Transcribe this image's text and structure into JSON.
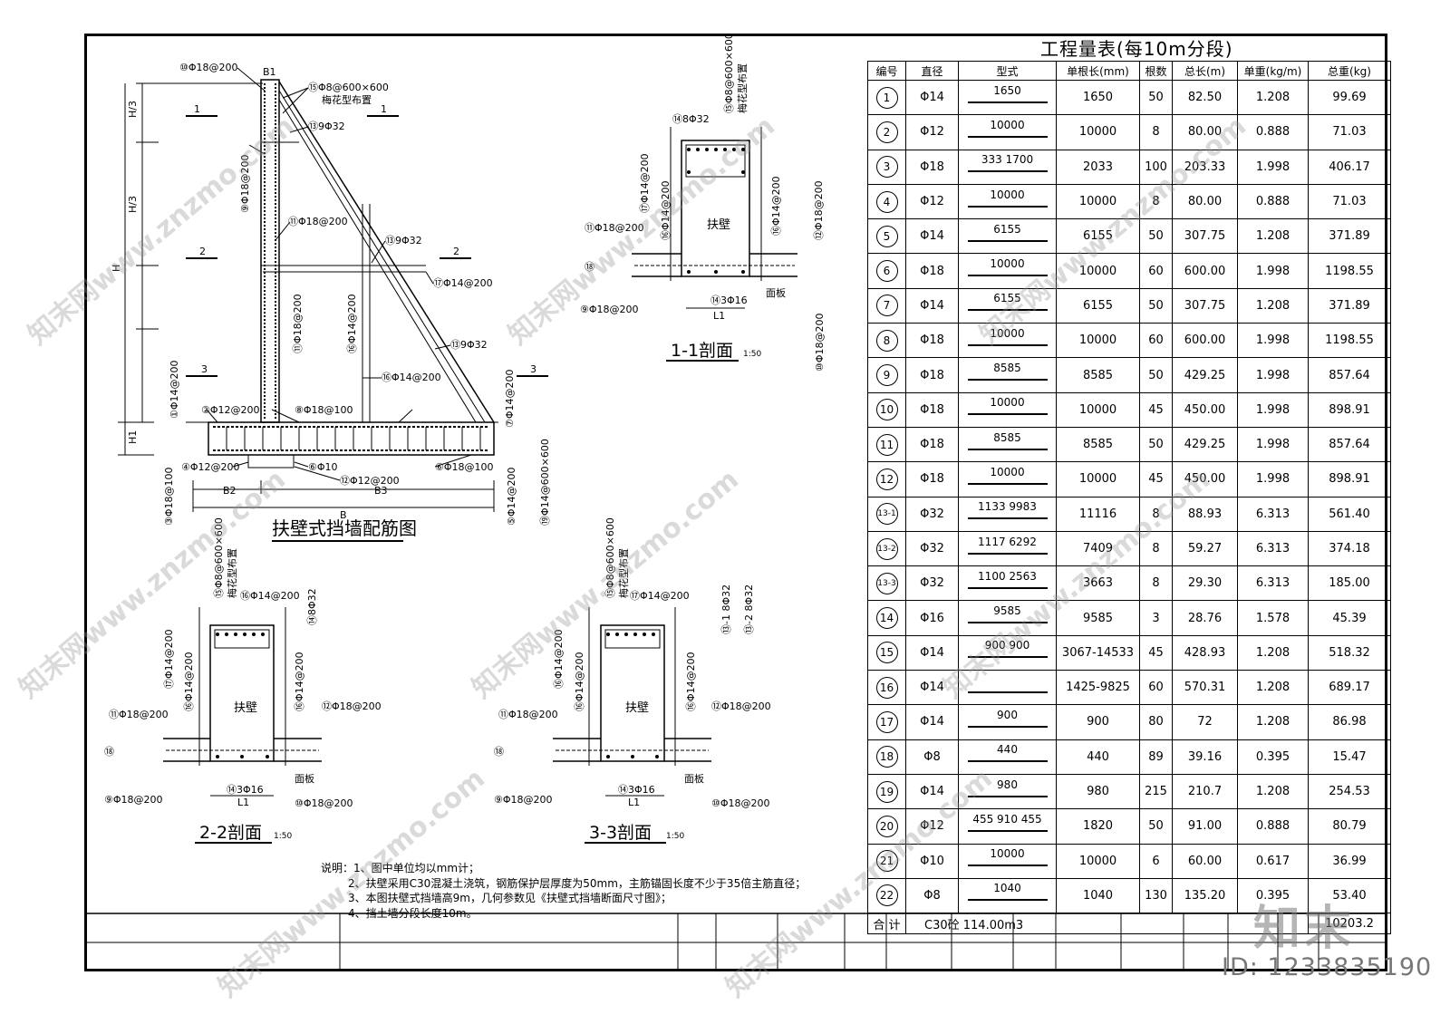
{
  "main_title": "扶壁式挡墙配筋图",
  "section_titles": [
    "1-1剖面",
    "2-2剖面",
    "3-3剖面"
  ],
  "scale": "1:50",
  "dim_labels": {
    "B1": "B1",
    "H3a": "H/3",
    "H3b": "H/3",
    "H": "H",
    "H1": "H1",
    "B2": "B2",
    "B3": "B3",
    "B": "B",
    "L1": "L1"
  },
  "cut_marks": [
    "1",
    "1",
    "2",
    "2",
    "3",
    "3"
  ],
  "labels_main": {
    "r10": "⑩Φ18@200",
    "r15": "⑮Φ8@600×600",
    "r15b": "梅花型布置",
    "r13": "⑬9Φ32",
    "r9": "⑨Φ18@200",
    "r11": "⑪Φ18@200",
    "r13b": "⑬9Φ32",
    "r17": "⑰Φ14@200",
    "r11v": "⑪Φ18@200",
    "r16v": "⑯Φ14@200",
    "r13c": "⑬9Φ32",
    "r16": "⑯Φ14@200",
    "r1": "①Φ14@200",
    "r2": "②Φ12@200",
    "r8": "⑧Φ18@100",
    "r7": "⑦Φ14@200",
    "r4": "④Φ12@200",
    "r6": "⑥Φ10",
    "r12": "⑫Φ12@200",
    "r6b": "⑥Φ18@100",
    "r3": "③Φ18@100",
    "r5": "⑤Φ14@200",
    "r19": "⑲Φ14@600×600"
  },
  "labels_sec": {
    "fubi": "扶壁",
    "mianban": "面板",
    "s15": "⑮Φ8@600×600",
    "s15b": "梅花型布置",
    "s14": "⑭8Φ32",
    "s16": "⑯Φ14@200",
    "s17": "⑰Φ14@200",
    "s11": "⑪Φ18@200",
    "s12": "⑫Φ18@200",
    "s18": "⑱",
    "s9": "⑨Φ18@200",
    "s10": "⑩Φ18@200",
    "s14b": "⑭3Φ16",
    "s13a": "⑬-1 8Φ32",
    "s13b": "⑬-2 8Φ32"
  },
  "table": {
    "title": "工程量表(每10m分段)",
    "headers": [
      "编号",
      "直径",
      "型式",
      "单根长(mm)",
      "根数",
      "总长(m)",
      "单重(kg/m)",
      "总重(kg)"
    ],
    "rows": [
      {
        "no": "1",
        "dia": "Φ14",
        "shape": "1650",
        "len": "1650",
        "cnt": "50",
        "tot": "82.50",
        "uw": "1.208",
        "tw": "99.69"
      },
      {
        "no": "2",
        "dia": "Φ12",
        "shape": "10000",
        "len": "10000",
        "cnt": "8",
        "tot": "80.00",
        "uw": "0.888",
        "tw": "71.03"
      },
      {
        "no": "3",
        "dia": "Φ18",
        "shape": "333 1700",
        "len": "2033",
        "cnt": "100",
        "tot": "203.33",
        "uw": "1.998",
        "tw": "406.17"
      },
      {
        "no": "4",
        "dia": "Φ12",
        "shape": "10000",
        "len": "10000",
        "cnt": "8",
        "tot": "80.00",
        "uw": "0.888",
        "tw": "71.03"
      },
      {
        "no": "5",
        "dia": "Φ14",
        "shape": "6155",
        "len": "6155",
        "cnt": "50",
        "tot": "307.75",
        "uw": "1.208",
        "tw": "371.89"
      },
      {
        "no": "6",
        "dia": "Φ18",
        "shape": "10000",
        "len": "10000",
        "cnt": "60",
        "tot": "600.00",
        "uw": "1.998",
        "tw": "1198.55"
      },
      {
        "no": "7",
        "dia": "Φ14",
        "shape": "6155",
        "len": "6155",
        "cnt": "50",
        "tot": "307.75",
        "uw": "1.208",
        "tw": "371.89"
      },
      {
        "no": "8",
        "dia": "Φ18",
        "shape": "10000",
        "len": "10000",
        "cnt": "60",
        "tot": "600.00",
        "uw": "1.998",
        "tw": "1198.55"
      },
      {
        "no": "9",
        "dia": "Φ18",
        "shape": "8585",
        "len": "8585",
        "cnt": "50",
        "tot": "429.25",
        "uw": "1.998",
        "tw": "857.64"
      },
      {
        "no": "10",
        "dia": "Φ18",
        "shape": "10000",
        "len": "10000",
        "cnt": "45",
        "tot": "450.00",
        "uw": "1.998",
        "tw": "898.91"
      },
      {
        "no": "11",
        "dia": "Φ18",
        "shape": "8585",
        "len": "8585",
        "cnt": "50",
        "tot": "429.25",
        "uw": "1.998",
        "tw": "857.64"
      },
      {
        "no": "12",
        "dia": "Φ18",
        "shape": "10000",
        "len": "10000",
        "cnt": "45",
        "tot": "450.00",
        "uw": "1.998",
        "tw": "898.91"
      },
      {
        "no": "13-1",
        "dia": "Φ32",
        "shape": "1133 9983",
        "len": "11116",
        "cnt": "8",
        "tot": "88.93",
        "uw": "6.313",
        "tw": "561.40"
      },
      {
        "no": "13-2",
        "dia": "Φ32",
        "shape": "1117 6292",
        "len": "7409",
        "cnt": "8",
        "tot": "59.27",
        "uw": "6.313",
        "tw": "374.18"
      },
      {
        "no": "13-3",
        "dia": "Φ32",
        "shape": "1100 2563",
        "len": "3663",
        "cnt": "8",
        "tot": "29.30",
        "uw": "6.313",
        "tw": "185.00"
      },
      {
        "no": "14",
        "dia": "Φ16",
        "shape": "9585",
        "len": "9585",
        "cnt": "3",
        "tot": "28.76",
        "uw": "1.578",
        "tw": "45.39"
      },
      {
        "no": "15",
        "dia": "Φ14",
        "shape": "900 900",
        "len": "3067-14533",
        "cnt": "45",
        "tot": "428.93",
        "uw": "1.208",
        "tw": "518.32"
      },
      {
        "no": "16",
        "dia": "Φ14",
        "shape": "",
        "len": "1425-9825",
        "cnt": "60",
        "tot": "570.31",
        "uw": "1.208",
        "tw": "689.17"
      },
      {
        "no": "17",
        "dia": "Φ14",
        "shape": "900",
        "len": "900",
        "cnt": "80",
        "tot": "72",
        "uw": "1.208",
        "tw": "86.98"
      },
      {
        "no": "18",
        "dia": "Φ8",
        "shape": "440",
        "len": "440",
        "cnt": "89",
        "tot": "39.16",
        "uw": "0.395",
        "tw": "15.47"
      },
      {
        "no": "19",
        "dia": "Φ14",
        "shape": "980",
        "len": "980",
        "cnt": "215",
        "tot": "210.7",
        "uw": "1.208",
        "tw": "254.53"
      },
      {
        "no": "20",
        "dia": "Φ12",
        "shape": "455 910 455",
        "len": "1820",
        "cnt": "50",
        "tot": "91.00",
        "uw": "0.888",
        "tw": "80.79"
      },
      {
        "no": "21",
        "dia": "Φ10",
        "shape": "10000",
        "len": "10000",
        "cnt": "6",
        "tot": "60.00",
        "uw": "0.617",
        "tw": "36.99"
      },
      {
        "no": "22",
        "dia": "Φ8",
        "shape": "1040",
        "len": "1040",
        "cnt": "130",
        "tot": "135.20",
        "uw": "0.395",
        "tw": "53.40"
      }
    ],
    "total_label": "合 计",
    "total_concrete": "C30砼 114.00m3",
    "total_weight": "10203.2"
  },
  "notes": [
    "说明：1、图中单位均以mm计；",
    "2、扶壁采用C30混凝土浇筑，钢筋保护层厚度为50mm，主筋锚固长度不少于35倍主筋直径；",
    "3、本图扶壁式挡墙高9m，几何参数见《扶壁式挡墙断面尺寸图》；",
    "4、挡土墙分段长度10m。"
  ],
  "watermark": "知末网www.znzmo.com",
  "logo": "知末",
  "id_label": "ID: 1233835190"
}
